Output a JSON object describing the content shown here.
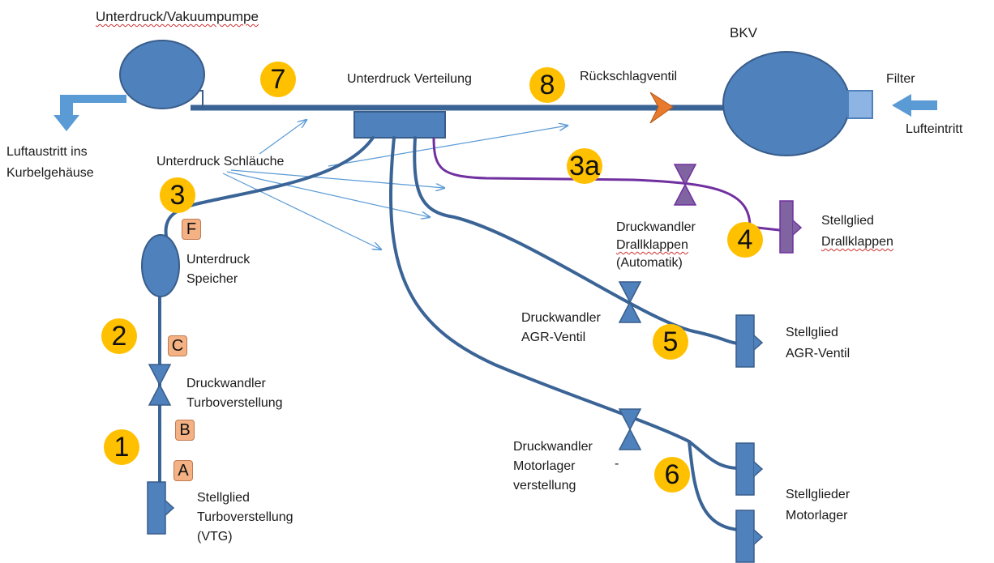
{
  "labels": {
    "vacuum_pump": "Unterdruck/Vakuumpumpe",
    "bkv": "BKV",
    "distribution": "Unterdruck Verteilung",
    "check_valve": "Rückschlagventil",
    "filter": "Filter",
    "air_outlet_line1": "Luftaustritt  ins",
    "air_outlet_line2": "Kurbelgehäuse",
    "air_inlet": "Lufteintritt",
    "hoses": "Unterdruck Schläuche",
    "reservoir_line1": "Unterdruck",
    "reservoir_line2": "Speicher",
    "turbo_transducer_line1": "Druckwandler",
    "turbo_transducer_line2": "Turboverstellung",
    "turbo_actuator_line1": "Stellglied",
    "turbo_actuator_line2": "Turboverstellung",
    "turbo_actuator_line3": "(VTG)",
    "swirl_transducer_line1": "Druckwandler",
    "swirl_transducer_line2": "Drallklappen",
    "swirl_transducer_line3": "(Automatik)",
    "swirl_actuator_line1": "Stellglied",
    "swirl_actuator_line2": "Drallklappen",
    "egr_transducer_line1": "Druckwandler",
    "egr_transducer_line2": "AGR-Ventil",
    "egr_actuator_line1": "Stellglied",
    "egr_actuator_line2": "AGR-Ventil",
    "mount_transducer_line1": "Druckwandler",
    "mount_transducer_line2": "Motorlager",
    "mount_transducer_dash": "-",
    "mount_transducer_line3": "verstellung",
    "mount_actuator_line1": "Stellglieder",
    "mount_actuator_line2": "Motorlager"
  },
  "numbers": {
    "n1": "1",
    "n2": "2",
    "n3": "3",
    "n3a": "3a",
    "n4": "4",
    "n5": "5",
    "n6": "6",
    "n7": "7",
    "n8": "8"
  },
  "letters": {
    "A": "A",
    "B": "B",
    "C": "C",
    "F": "F"
  },
  "colors": {
    "component_fill": "#4f81bd",
    "component_stroke": "#385d8a",
    "hose": "#3b6496",
    "swirl_line": "#7030a0",
    "swirl_actuator": "#8064a2",
    "check_valve": "#e87a2e",
    "number_badge": "#ffc000",
    "letter_tag": "#f4b183",
    "arrow": "#5b9bd5"
  }
}
